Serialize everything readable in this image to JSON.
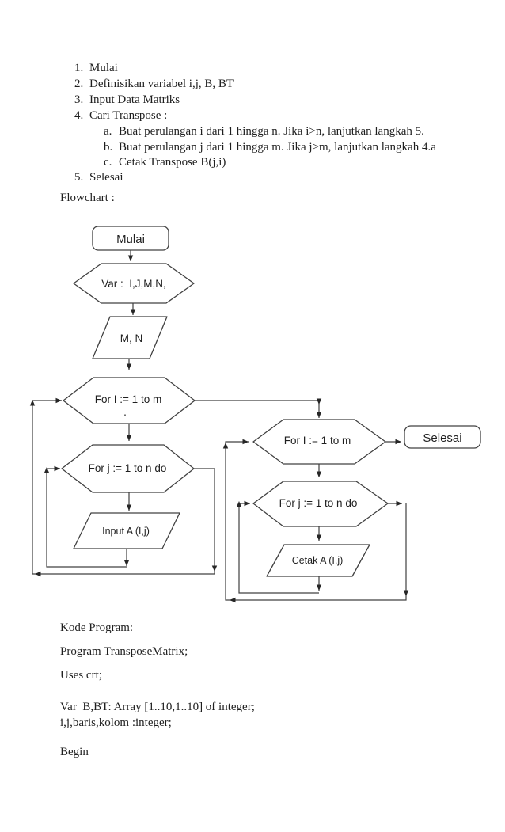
{
  "page": {
    "background": "#ffffff",
    "ink_color": "#1f1f1f",
    "line_color": "#404040"
  },
  "algorithm_list": {
    "items": [
      {
        "marker": "1.",
        "text": "Mulai",
        "level": 1
      },
      {
        "marker": "2.",
        "text": "Definisikan variabel i,j, B, BT",
        "level": 1
      },
      {
        "marker": "3.",
        "text": "Input Data Matriks",
        "level": 1
      },
      {
        "marker": "4.",
        "text": "Cari Transpose :",
        "level": 1
      },
      {
        "marker": "a.",
        "text": "Buat perulangan i dari 1 hingga n. Jika i>n, lanjutkan langkah 5.",
        "level": 2
      },
      {
        "marker": "b.",
        "text": "Buat perulangan j dari 1 hingga m. Jika j>m, lanjutkan langkah 4.a",
        "level": 2
      },
      {
        "marker": "c.",
        "text": "Cetak Transpose B(j,i)",
        "level": 2
      },
      {
        "marker": "5.",
        "text": "Selesai",
        "level": 1
      }
    ]
  },
  "flowchart_heading": "Flowchart :",
  "flowchart": {
    "nodes": {
      "start": "Mulai",
      "declare_vars": "Var :  I,J,M,N,",
      "read_mn": "M, N",
      "outer_loop_left": "For I := 1 to m",
      "stray_dot": ".",
      "inner_loop_left": "For j := 1 to n do",
      "input_matrix": "Input A (I,j)",
      "outer_loop_right": "For I := 1 to m",
      "inner_loop_right": "For j := 1 to n do",
      "print_matrix": "Cetak A (I,j)",
      "end": "Selesai"
    }
  },
  "code_section": {
    "heading": "Kode Program:",
    "lines": [
      "Program TransposeMatrix;",
      "Uses crt;",
      "Var  B,BT: Array [1..10,1..10] of integer;",
      "i,j,baris,kolom :integer;",
      "Begin"
    ]
  }
}
